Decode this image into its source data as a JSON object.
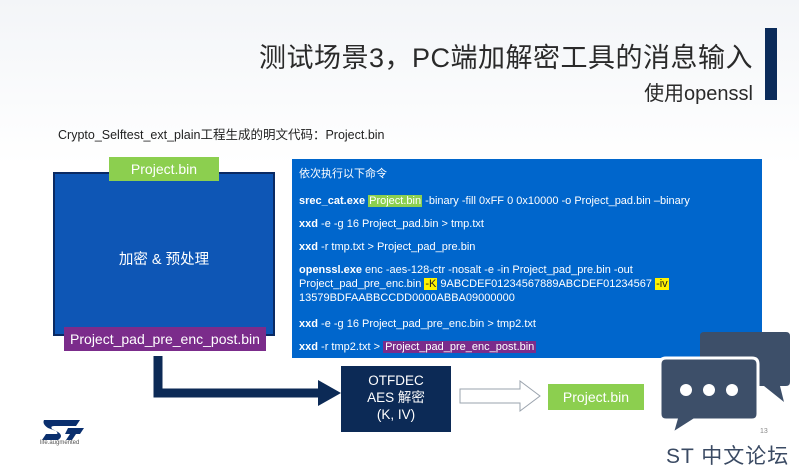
{
  "header": {
    "title": "测试场景3，PC端加解密工具的消息输入",
    "subtitle": "使用openssl"
  },
  "caption": "Crypto_Selftest_ext_plain工程生成的明文代码：Project.bin",
  "left_panel": {
    "top_tag": "Project.bin",
    "label": "加密 & 预处理",
    "bottom_tag": "Project_pad_pre_enc_post.bin"
  },
  "commands": {
    "heading": "依次执行以下命令",
    "line1": {
      "cmd": "srec_cat.exe",
      "hl": "Project.bin",
      "rest": " -binary -fill 0xFF 0 0x10000 -o Project_pad.bin –binary"
    },
    "line2": {
      "cmd": "xxd",
      "rest": " -e -g 16 Project_pad.bin > tmp.txt"
    },
    "line3": {
      "cmd": "xxd",
      "rest": " -r tmp.txt > Project_pad_pre.bin"
    },
    "line4": {
      "cmd": "openssl.exe",
      "rest": " enc -aes-128-ctr -nosalt -e -in Project_pad_pre.bin -out",
      "cont1": "Project_pad_pre_enc.bin ",
      "hl_k": "-K",
      "key": " 9ABCDEF01234567889ABCDEF01234567 ",
      "hl_iv": "-iv",
      "cont2": "13579BDFAABBCCDD0000ABBA09000000"
    },
    "line5": {
      "cmd": "xxd",
      "rest": " -e -g 16 Project_pad_pre_enc.bin > tmp2.txt"
    },
    "line6": {
      "cmd": "xxd",
      "rest": " -r tmp2.txt > ",
      "hl": "Project_pad_pre_enc_post.bin"
    }
  },
  "otfdec": {
    "line1": "OTFDEC",
    "line2": "AES 解密",
    "line3": "(K, IV)"
  },
  "output_tag": "Project.bin",
  "logo_tagline": "life.augmented",
  "page_number": "13",
  "watermark_text": "ST 中文论坛",
  "colors": {
    "box_blue": "#0e56b5",
    "cmd_blue": "#0066cc",
    "navy": "#0c2a56",
    "green": "#8ccf4f",
    "purple": "#7b2c8b",
    "yellow": "#fff200"
  }
}
